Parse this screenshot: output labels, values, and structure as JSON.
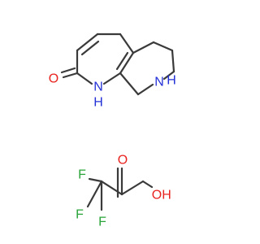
{
  "molecule_1": {
    "atoms": {
      "carbonyl_oxygen": "O",
      "ring_nh": "H",
      "ring_n": "N",
      "amine_n": "N",
      "amine_h": "H"
    }
  },
  "molecule_2": {
    "atoms": {
      "carbonyl_oxygen": "O",
      "hydroxyl_oxygen": "O",
      "hydroxyl_h": "H",
      "fluorine_top": "F",
      "fluorine_left": "F",
      "fluorine_bottom": "F"
    }
  },
  "colors": {
    "bond": "#3a3a3a",
    "oxygen": "#e8231f",
    "nitrogen": "#2331d6",
    "fluorine": "#2aa43a"
  }
}
